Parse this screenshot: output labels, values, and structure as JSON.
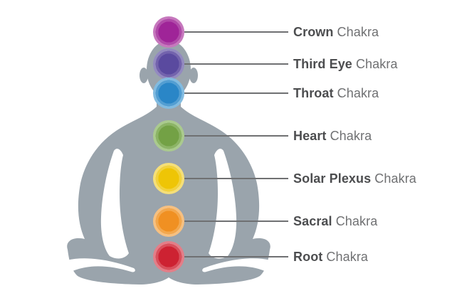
{
  "diagram": {
    "description": "Seven chakras positioned on a meditating human silhouette in lotus pose",
    "figure_color": "#9aa4ac",
    "background_color": "#ffffff",
    "connector_color": "#6f7072",
    "label_bold_color": "#4c4d4f",
    "label_regular_color": "#6f7072"
  },
  "chakras": [
    {
      "name": "Crown",
      "suffix": "Chakra",
      "color": "#9f2498",
      "rings": [
        "#b04aa9",
        "#c678bd",
        "#dca8d4",
        "#eed3e9"
      ]
    },
    {
      "name": "Third Eye",
      "suffix": "Chakra",
      "color": "#5a4a9f",
      "rings": [
        "#7363ad",
        "#938ac0",
        "#b7b0d7",
        "#dcd8ec"
      ]
    },
    {
      "name": "Throat",
      "suffix": "Chakra",
      "color": "#2a86c7",
      "rings": [
        "#539ed2",
        "#82bbe0",
        "#b1d5ec",
        "#d9ebf6"
      ]
    },
    {
      "name": "Heart",
      "suffix": "Chakra",
      "color": "#73a145",
      "rings": [
        "#8cb466",
        "#aaca8e",
        "#cadfb8",
        "#e6f0da"
      ]
    },
    {
      "name": "Solar Plexus",
      "suffix": "Chakra",
      "color": "#eec506",
      "rings": [
        "#f1d23f",
        "#f5df79",
        "#f9ebb1",
        "#fcf5d8"
      ]
    },
    {
      "name": "Sacral",
      "suffix": "Chakra",
      "color": "#f09022",
      "rings": [
        "#f3a84e",
        "#f6c081",
        "#fadab3",
        "#fcecd8"
      ]
    },
    {
      "name": "Root",
      "suffix": "Chakra",
      "color": "#cd2232",
      "rings": [
        "#d9505c",
        "#e37e88",
        "#efafb6",
        "#f8d8dc"
      ]
    }
  ]
}
